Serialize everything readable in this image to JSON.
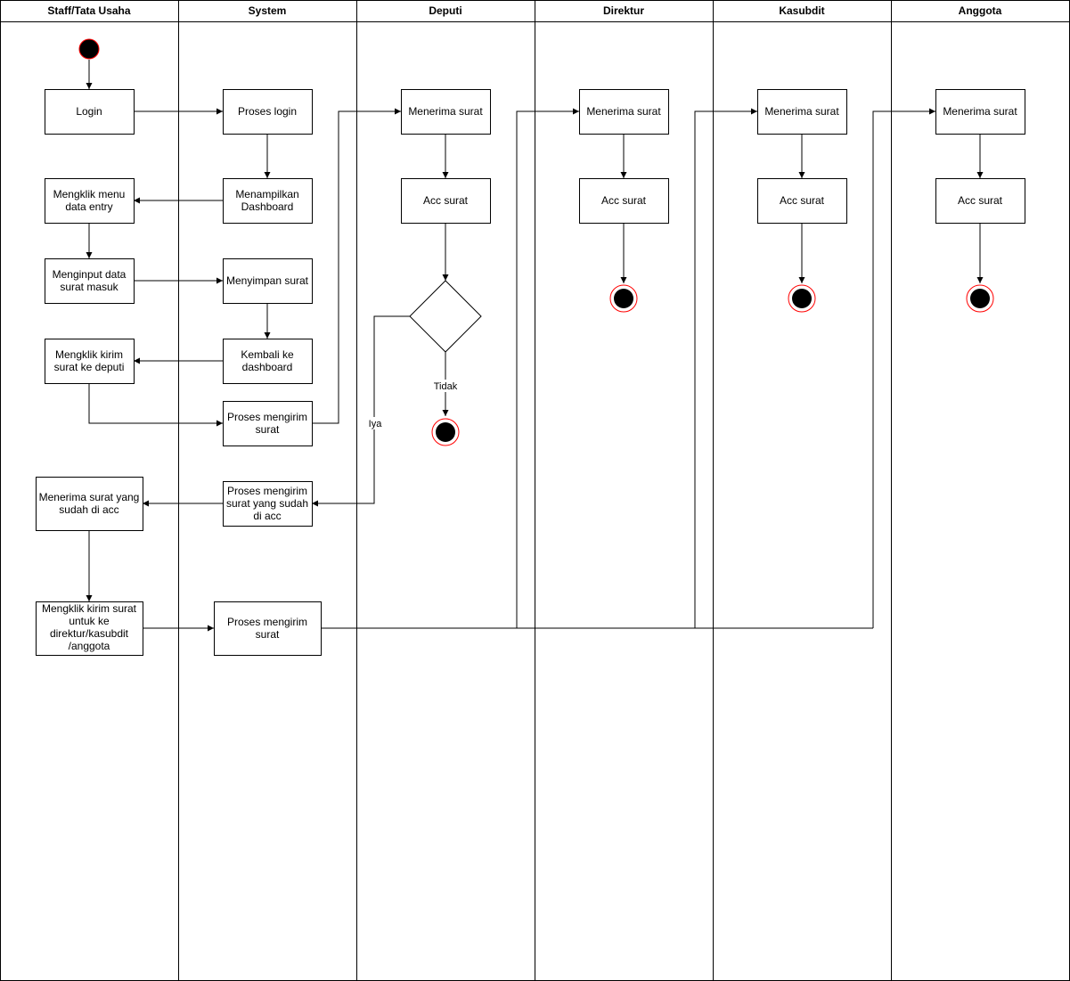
{
  "colors": {
    "stroke": "#000000",
    "fill": "#ffffff",
    "node_fill": "#000000",
    "node_ring": "#ff0000"
  },
  "lanes": [
    {
      "id": "staff",
      "title": "Staff/Tata Usaha"
    },
    {
      "id": "system",
      "title": "System"
    },
    {
      "id": "deputi",
      "title": "Deputi"
    },
    {
      "id": "direktur",
      "title": "Direktur"
    },
    {
      "id": "kasubdit",
      "title": "Kasubdit"
    },
    {
      "id": "anggota",
      "title": "Anggota"
    }
  ],
  "actions": {
    "login": [
      "Login"
    ],
    "mengklik_menu": [
      "Mengklik menu",
      "data entry"
    ],
    "menginput": [
      "Menginput data",
      "surat masuk"
    ],
    "mengklik_kirim_deputi": [
      "Mengklik kirim",
      "surat ke deputi"
    ],
    "menerima_acc": [
      "Menerima surat yang",
      "sudah di acc"
    ],
    "mengklik_kirim_semua": [
      "Mengklik kirim surat",
      "untuk ke",
      "direktur/kasubdit",
      "/anggota"
    ],
    "proses_login": [
      "Proses login"
    ],
    "menampilkan_dashboard": [
      "Menampilkan",
      "Dashboard"
    ],
    "menyimpan": [
      "Menyimpan surat"
    ],
    "kembali": [
      "Kembali ke",
      "dashboard"
    ],
    "proses_mengirim_1": [
      "Proses mengirim",
      "surat"
    ],
    "proses_mengirim_acc": [
      "Proses mengirim",
      "surat yang sudah",
      "di acc"
    ],
    "proses_mengirim_2": [
      "Proses mengirim",
      "surat"
    ],
    "deputi_menerima": [
      "Menerima surat"
    ],
    "deputi_acc": [
      "Acc surat"
    ],
    "direktur_menerima": [
      "Menerima surat"
    ],
    "direktur_acc": [
      "Acc surat"
    ],
    "kasubdit_menerima": [
      "Menerima surat"
    ],
    "kasubdit_acc": [
      "Acc surat"
    ],
    "anggota_menerima": [
      "Menerima surat"
    ],
    "anggota_acc": [
      "Acc surat"
    ]
  },
  "edge_labels": {
    "tidak": "Tidak",
    "iya": "Iya"
  }
}
